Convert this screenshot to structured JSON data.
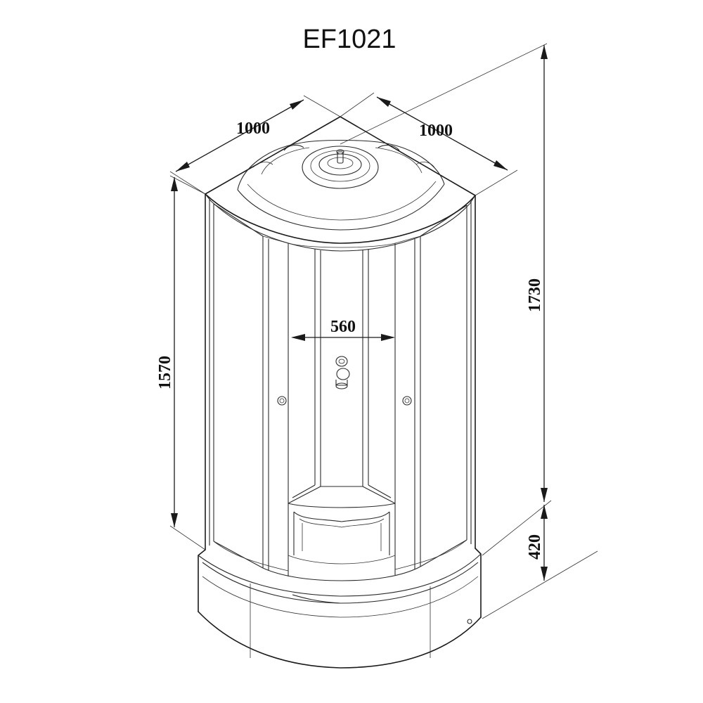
{
  "model": "EF1021",
  "dimensions": {
    "width_left": "1000",
    "width_right": "1000",
    "door_opening": "560",
    "cabin_height": "1570",
    "total_height": "1730",
    "tray_height": "420"
  },
  "colors": {
    "line": "#1a1a1a",
    "background": "#ffffff"
  }
}
